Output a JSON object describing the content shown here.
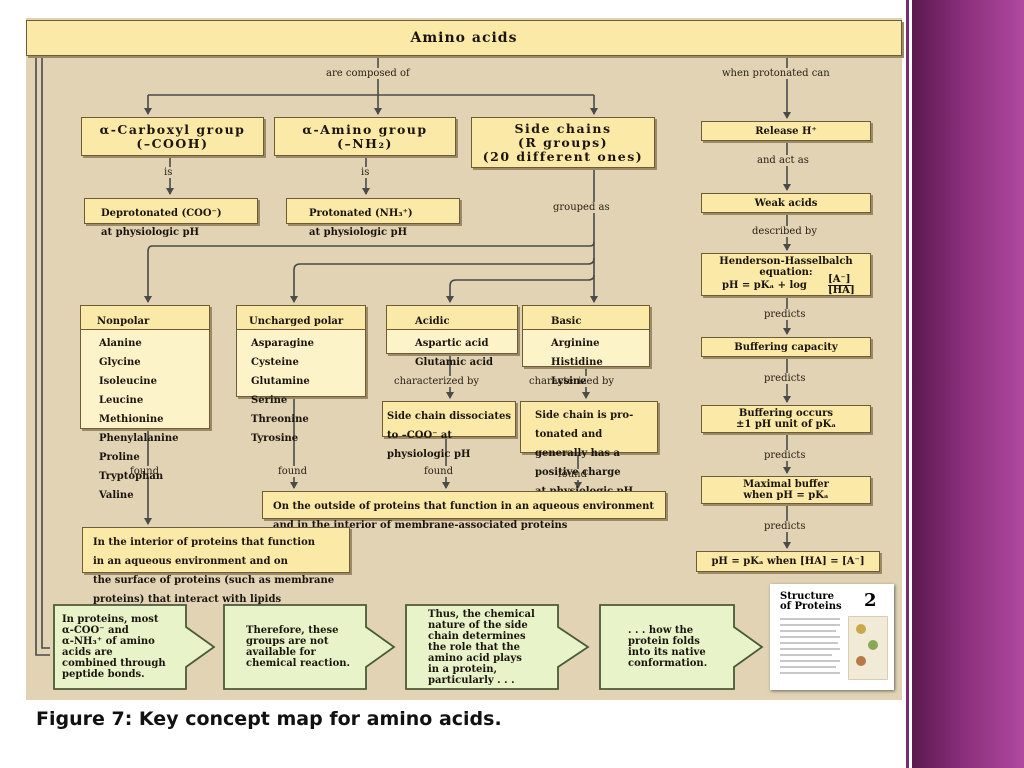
{
  "caption": "Figure 7: Key concept map for amino acids.",
  "nodes": {
    "amino_acids": "Amino acids",
    "carboxyl": "α-Carboxyl group\n(–COOH)",
    "amino": "α-Amino group\n(–NH₂)",
    "side_chains": "Side chains\n(R groups)\n(20 different ones)",
    "deprotonated": "Deprotonated (COO⁻)\nat physiologic pH",
    "protonated": "Protonated (NH₃⁺)\nat physiologic pH",
    "release_h": "Release H⁺",
    "weak_acids": "Weak acids",
    "hh_equation": "Henderson-Hasselbalch\nequation:",
    "hh_formula": "pH = pKₐ + log",
    "hh_num": "[A⁻]",
    "hh_den": "[HA]",
    "buffering_capacity": "Buffering capacity",
    "buffering_occurs": "Buffering occurs\n±1 pH unit of pKₐ",
    "maximal_buffer": "Maximal buffer\nwhen pH = pKₐ",
    "ph_equals": "pH = pKₐ when [HA] = [A⁻]",
    "nonpolar_title": "Nonpolar\nside chains",
    "nonpolar_list": "Alanine\nGlycine\nIsoleucine\nLeucine\nMethionine\nPhenylalanine\nProline\nTryptophan\nValine",
    "uncharged_title": "Uncharged polar\nside chains",
    "uncharged_list": "Asparagine\nCysteine\nGlutamine\nSerine\nThreonine\nTyrosine",
    "acidic_title": "Acidic\nside chains",
    "acidic_list": "Aspartic acid\nGlutamic acid",
    "basic_title": "Basic\nside chains",
    "basic_list": "Arginine\nHistidine\nLysine",
    "acidic_char": "Side chain dissociates\nto –COO⁻ at\nphysiologic pH",
    "basic_char": "Side chain is pro-\ntonated and\ngenerally has a\npositive charge\nat physiologic pH",
    "outside": "On the outside of proteins that function in an aqueous environment\nand in the interior of membrane-associated proteins",
    "interior": "In the interior of proteins that function\nin an aqueous environment and on\nthe surface of proteins (such as membrane\nproteins) that interact with lipids",
    "flow1": "In proteins, most\nα-COO⁻ and\nα-NH₃⁺ of amino\nacids are\ncombined through\npeptide bonds.",
    "flow2": "Therefore, these\ngroups are not\navailable for\nchemical reaction.",
    "flow3": "Thus, the chemical\nnature of the side\nchain determines\nthe role that the\namino acid plays\nin a protein,\nparticularly . . .",
    "flow4": ". . . how the\nprotein folds\ninto its native\nconformation."
  },
  "links": {
    "composed_of": "are composed of",
    "when_protonated": "when protonated can",
    "is_1": "is",
    "is_2": "is",
    "grouped_as": "grouped as",
    "and_act_as": "and act as",
    "described_by": "described by",
    "predicts_1": "predicts",
    "predicts_2": "predicts",
    "predicts_3": "predicts",
    "predicts_4": "predicts",
    "characterized_1": "characterized by",
    "characterized_2": "characterized by",
    "found_1": "found",
    "found_2": "found",
    "found_3": "found",
    "found_4": "found"
  },
  "thumbnail": {
    "title": "Structure\nof Proteins",
    "chapter": "2"
  }
}
